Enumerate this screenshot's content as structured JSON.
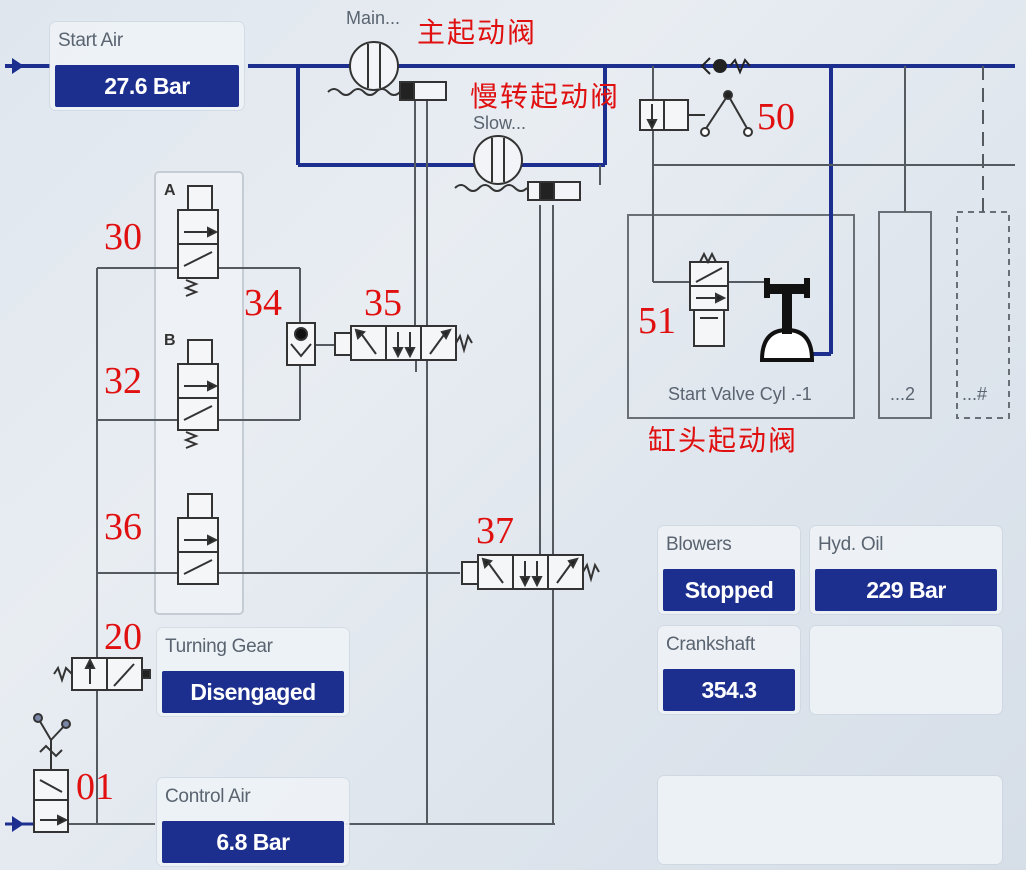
{
  "panels": {
    "start_air": {
      "label": "Start Air",
      "value": "27.6 Bar"
    },
    "turning_gear": {
      "label": "Turning Gear",
      "value": "Disengaged"
    },
    "control_air": {
      "label": "Control Air",
      "value": "6.8 Bar"
    },
    "blowers": {
      "label": "Blowers",
      "value": "Stopped"
    },
    "hyd_oil": {
      "label": "Hyd. Oil",
      "value": "229 Bar"
    },
    "crankshaft": {
      "label": "Crankshaft",
      "value": "354.3"
    }
  },
  "diagram_labels": {
    "main": "Main...",
    "slow": "Slow...",
    "start_valve_cyl": "Start Valve Cyl .-1",
    "cyl2": "...2",
    "cylN": "...#",
    "solenoid_a": "A",
    "solenoid_b": "B"
  },
  "callouts": {
    "n01": "01",
    "n20": "20",
    "n30": "30",
    "n32": "32",
    "n34": "34",
    "n35": "35",
    "n36": "36",
    "n37": "37",
    "n50": "50",
    "n51": "51"
  },
  "annotations_cn": {
    "main_start_valve": "主起动阀",
    "slow_turning_valve": "慢转起动阀",
    "cyl_start_valve": "缸头起动阀"
  },
  "colors": {
    "line_blue": "#1c2f8f",
    "line_gray": "#555a60",
    "callout_red": "#e01010",
    "value_bg": "#1c2f8f"
  }
}
